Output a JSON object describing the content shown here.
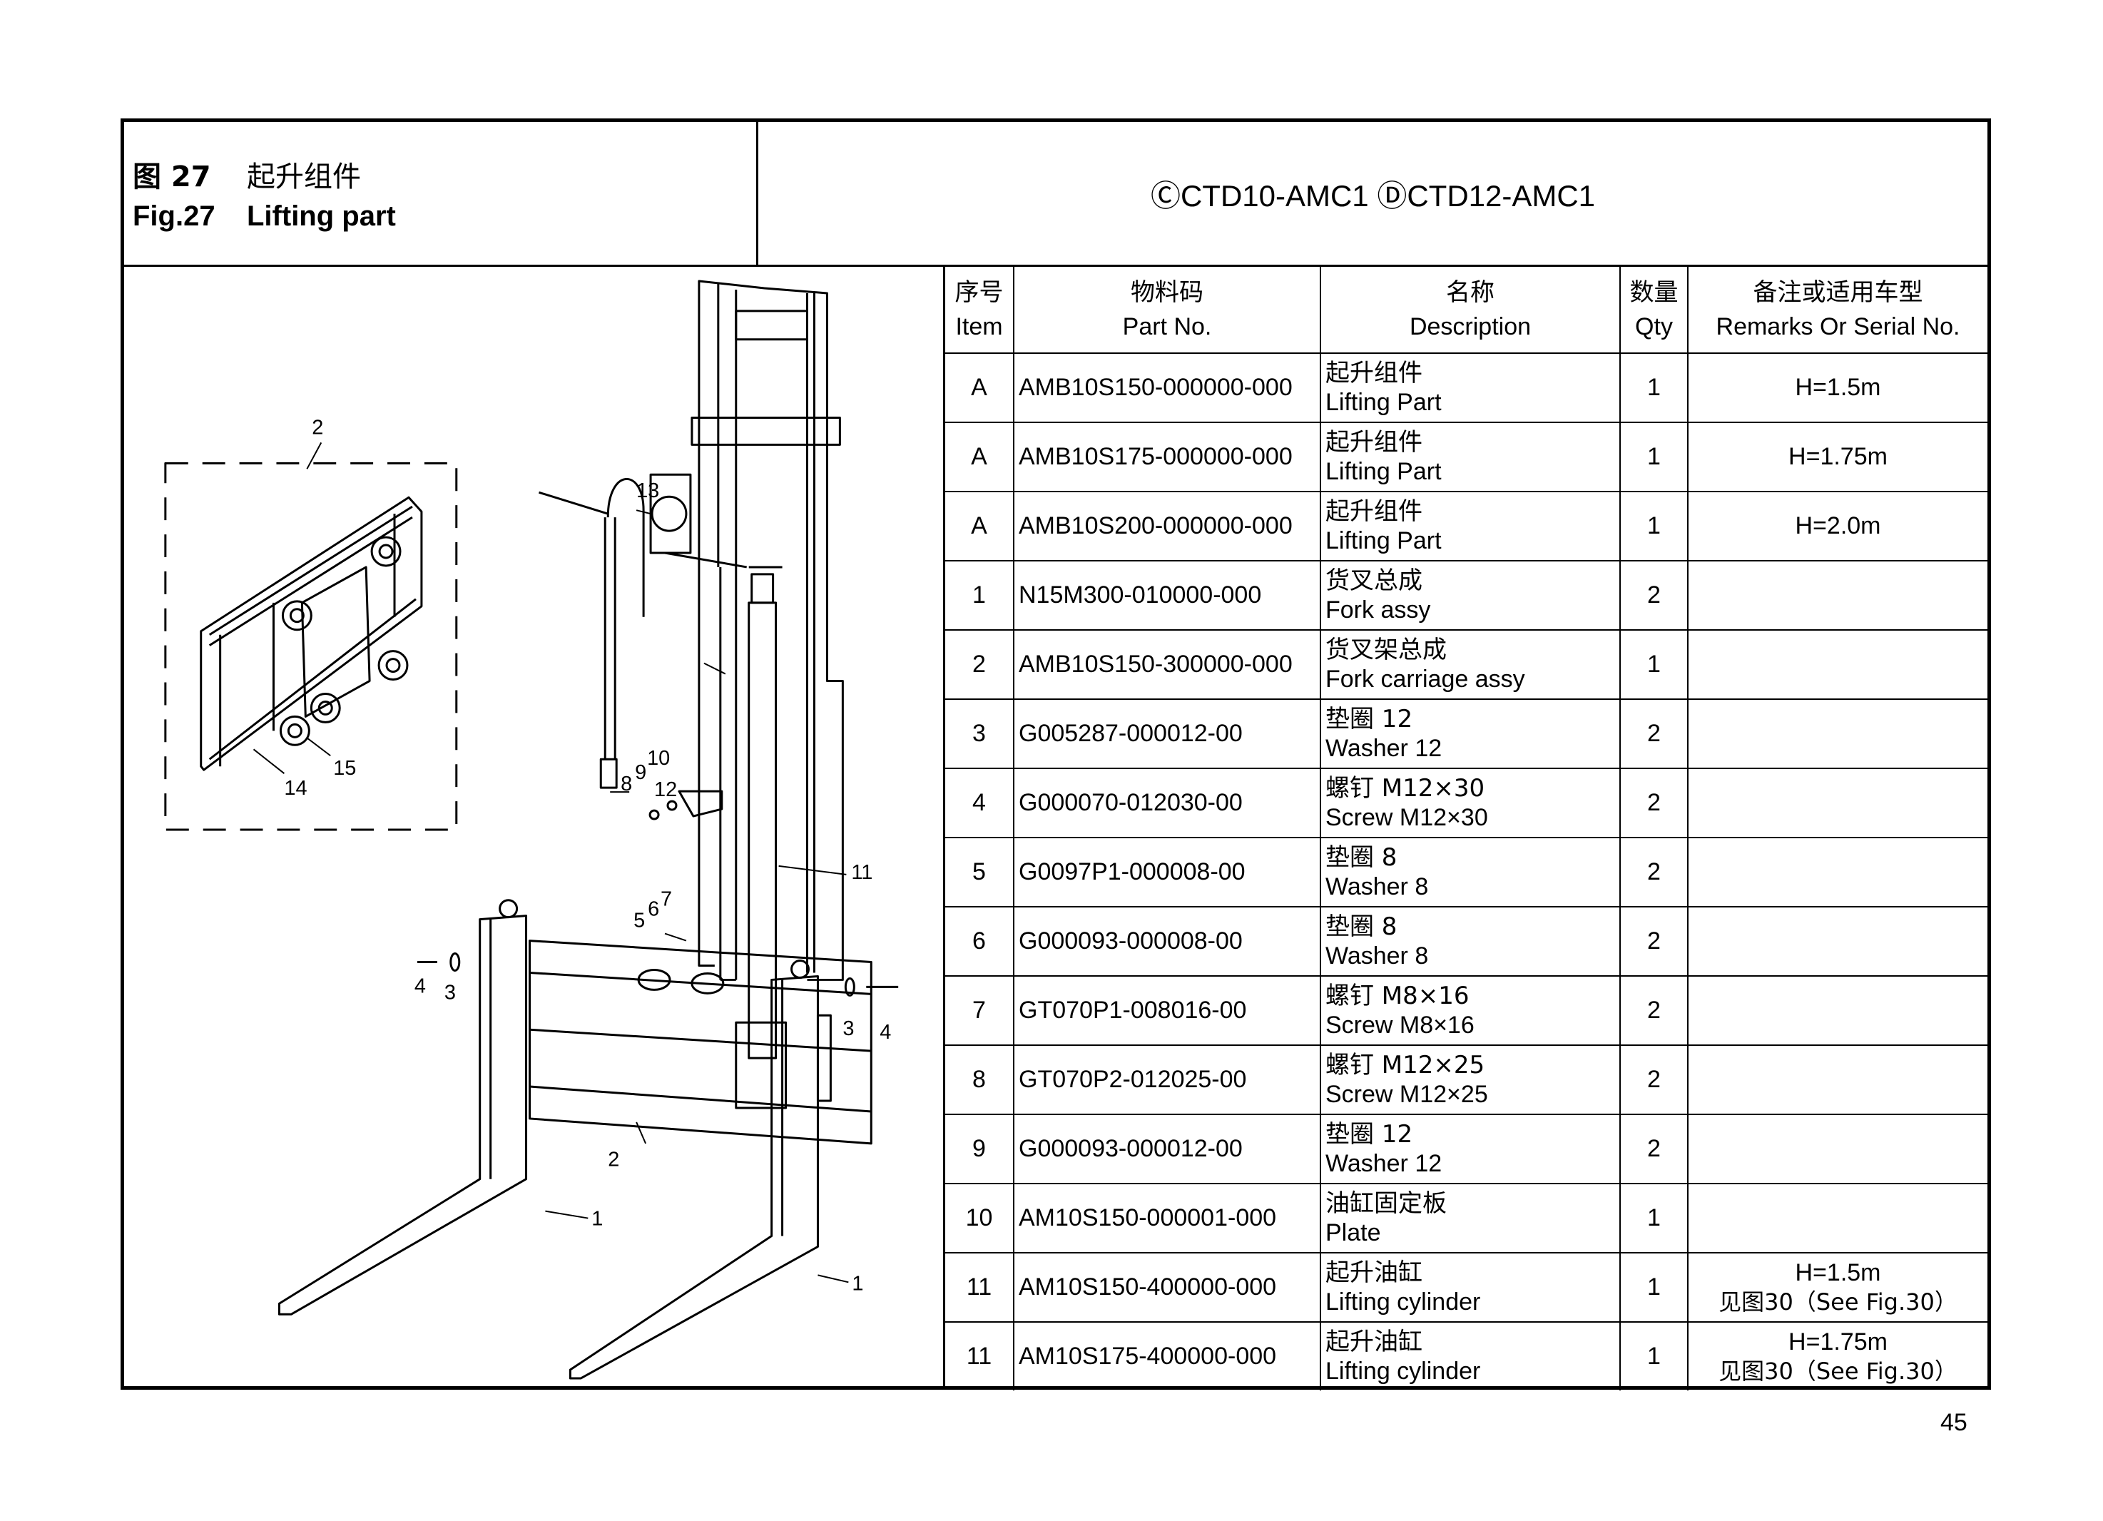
{
  "figure": {
    "cn_prefix": "图 27",
    "cn_title": "起升组件",
    "en_prefix": "Fig.27",
    "en_title": "Lifting part"
  },
  "models": "ⒸCTD10-AMC1 ⒹCTD12-AMC1",
  "table": {
    "headers": [
      {
        "cn": "序号",
        "en": "Item"
      },
      {
        "cn": "物料码",
        "en": "Part No."
      },
      {
        "cn": "名称",
        "en": "Description"
      },
      {
        "cn": "数量",
        "en": "Qty"
      },
      {
        "cn": "备注或适用车型",
        "en": "Remarks Or Serial No."
      }
    ],
    "rows": [
      {
        "item": "A",
        "part_no": "AMB10S150-000000-000",
        "desc_cn": "起升组件",
        "desc_en": "Lifting Part",
        "qty": "1",
        "remark": "H=1.5m",
        "remark2": ""
      },
      {
        "item": "A",
        "part_no": "AMB10S175-000000-000",
        "desc_cn": "起升组件",
        "desc_en": "Lifting Part",
        "qty": "1",
        "remark": "H=1.75m",
        "remark2": ""
      },
      {
        "item": "A",
        "part_no": "AMB10S200-000000-000",
        "desc_cn": "起升组件",
        "desc_en": "Lifting Part",
        "qty": "1",
        "remark": "H=2.0m",
        "remark2": ""
      },
      {
        "item": "1",
        "part_no": "N15M300-010000-000",
        "desc_cn": "货叉总成",
        "desc_en": "Fork assy",
        "qty": "2",
        "remark": "",
        "remark2": ""
      },
      {
        "item": "2",
        "part_no": "AMB10S150-300000-000",
        "desc_cn": "货叉架总成",
        "desc_en": "Fork carriage assy",
        "qty": "1",
        "remark": "",
        "remark2": ""
      },
      {
        "item": "3",
        "part_no": "G005287-000012-00",
        "desc_cn": "垫圈 12",
        "desc_en": "Washer 12",
        "qty": "2",
        "remark": "",
        "remark2": ""
      },
      {
        "item": "4",
        "part_no": "G000070-012030-00",
        "desc_cn": "螺钉 M12×30",
        "desc_en": "Screw M12×30",
        "qty": "2",
        "remark": "",
        "remark2": ""
      },
      {
        "item": "5",
        "part_no": "G0097P1-000008-00",
        "desc_cn": "垫圈 8",
        "desc_en": "Washer 8",
        "qty": "2",
        "remark": "",
        "remark2": ""
      },
      {
        "item": "6",
        "part_no": "G000093-000008-00",
        "desc_cn": "垫圈 8",
        "desc_en": "Washer 8",
        "qty": "2",
        "remark": "",
        "remark2": ""
      },
      {
        "item": "7",
        "part_no": "GT070P1-008016-00",
        "desc_cn": "螺钉 M8×16",
        "desc_en": "Screw M8×16",
        "qty": "2",
        "remark": "",
        "remark2": ""
      },
      {
        "item": "8",
        "part_no": "GT070P2-012025-00",
        "desc_cn": "螺钉 M12×25",
        "desc_en": "Screw M12×25",
        "qty": "2",
        "remark": "",
        "remark2": ""
      },
      {
        "item": "9",
        "part_no": "G000093-000012-00",
        "desc_cn": "垫圈 12",
        "desc_en": "Washer 12",
        "qty": "2",
        "remark": "",
        "remark2": ""
      },
      {
        "item": "10",
        "part_no": "AM10S150-000001-000",
        "desc_cn": "油缸固定板",
        "desc_en": "Plate",
        "qty": "1",
        "remark": "",
        "remark2": ""
      },
      {
        "item": "11",
        "part_no": "AM10S150-400000-000",
        "desc_cn": "起升油缸",
        "desc_en": "Lifting cylinder",
        "qty": "1",
        "remark": "H=1.5m",
        "remark2": "见图30（See Fig.30）"
      },
      {
        "item": "11",
        "part_no": "AM10S175-400000-000",
        "desc_cn": "起升油缸",
        "desc_en": "Lifting cylinder",
        "qty": "1",
        "remark": "H=1.75m",
        "remark2": "见图30（See Fig.30）"
      }
    ]
  },
  "diagram": {
    "callouts": [
      "1",
      "1",
      "2",
      "2",
      "3",
      "3",
      "4",
      "4",
      "5",
      "6",
      "7",
      "8",
      "9",
      "10",
      "11",
      "12",
      "13",
      "14",
      "15"
    ]
  },
  "page_number": "45"
}
